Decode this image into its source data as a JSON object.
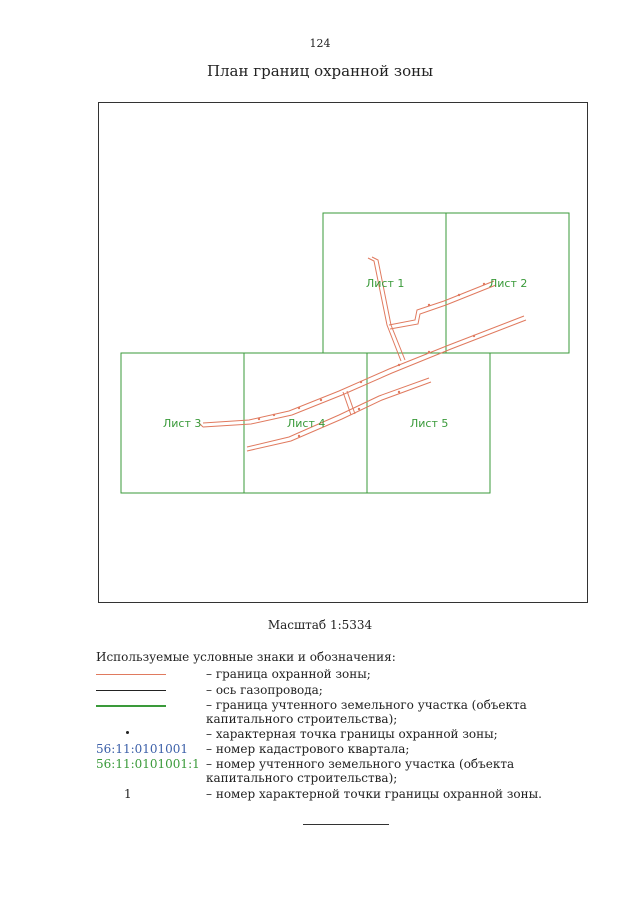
{
  "page_number": "124",
  "title": "План границ охранной зоны",
  "map": {
    "sheets": [
      {
        "id": "sheet-1",
        "label": "Лист 1"
      },
      {
        "id": "sheet-2",
        "label": "Лист 2"
      },
      {
        "id": "sheet-3",
        "label": "Лист 3"
      },
      {
        "id": "sheet-4",
        "label": "Лист 4"
      },
      {
        "id": "sheet-5",
        "label": "Лист 5"
      }
    ]
  },
  "scale": "Масштаб 1:5334",
  "legend": {
    "title": "Используемые условные знаки и обозначения:",
    "items": [
      {
        "symbol": "orange-line",
        "text": "– граница охранной зоны;"
      },
      {
        "symbol": "black-line",
        "text": "– ось газопровода;"
      },
      {
        "symbol": "green-line",
        "text": "– граница учтенного земельного участка (объекта капитального строительства);"
      },
      {
        "symbol": "dot",
        "text": "– характерная точка границы охранной зоны;"
      },
      {
        "symbol_text": "56:11:0101001",
        "text": "– номер кадастрового квартала;"
      },
      {
        "symbol_text": "56:11:0101001:1",
        "text": "– номер учтенного земельного участка (объекта капитального строительства);"
      },
      {
        "symbol_text": "1",
        "text": "– номер характерной точки границы охранной зоны."
      }
    ]
  },
  "colors": {
    "zone_boundary": "#e07a5f",
    "gas_axis": "#222222",
    "parcel_boundary": "#3a9a3a",
    "cadastral_quarter_text": "#3b5fa8",
    "parcel_number_text": "#3a9a3a"
  }
}
